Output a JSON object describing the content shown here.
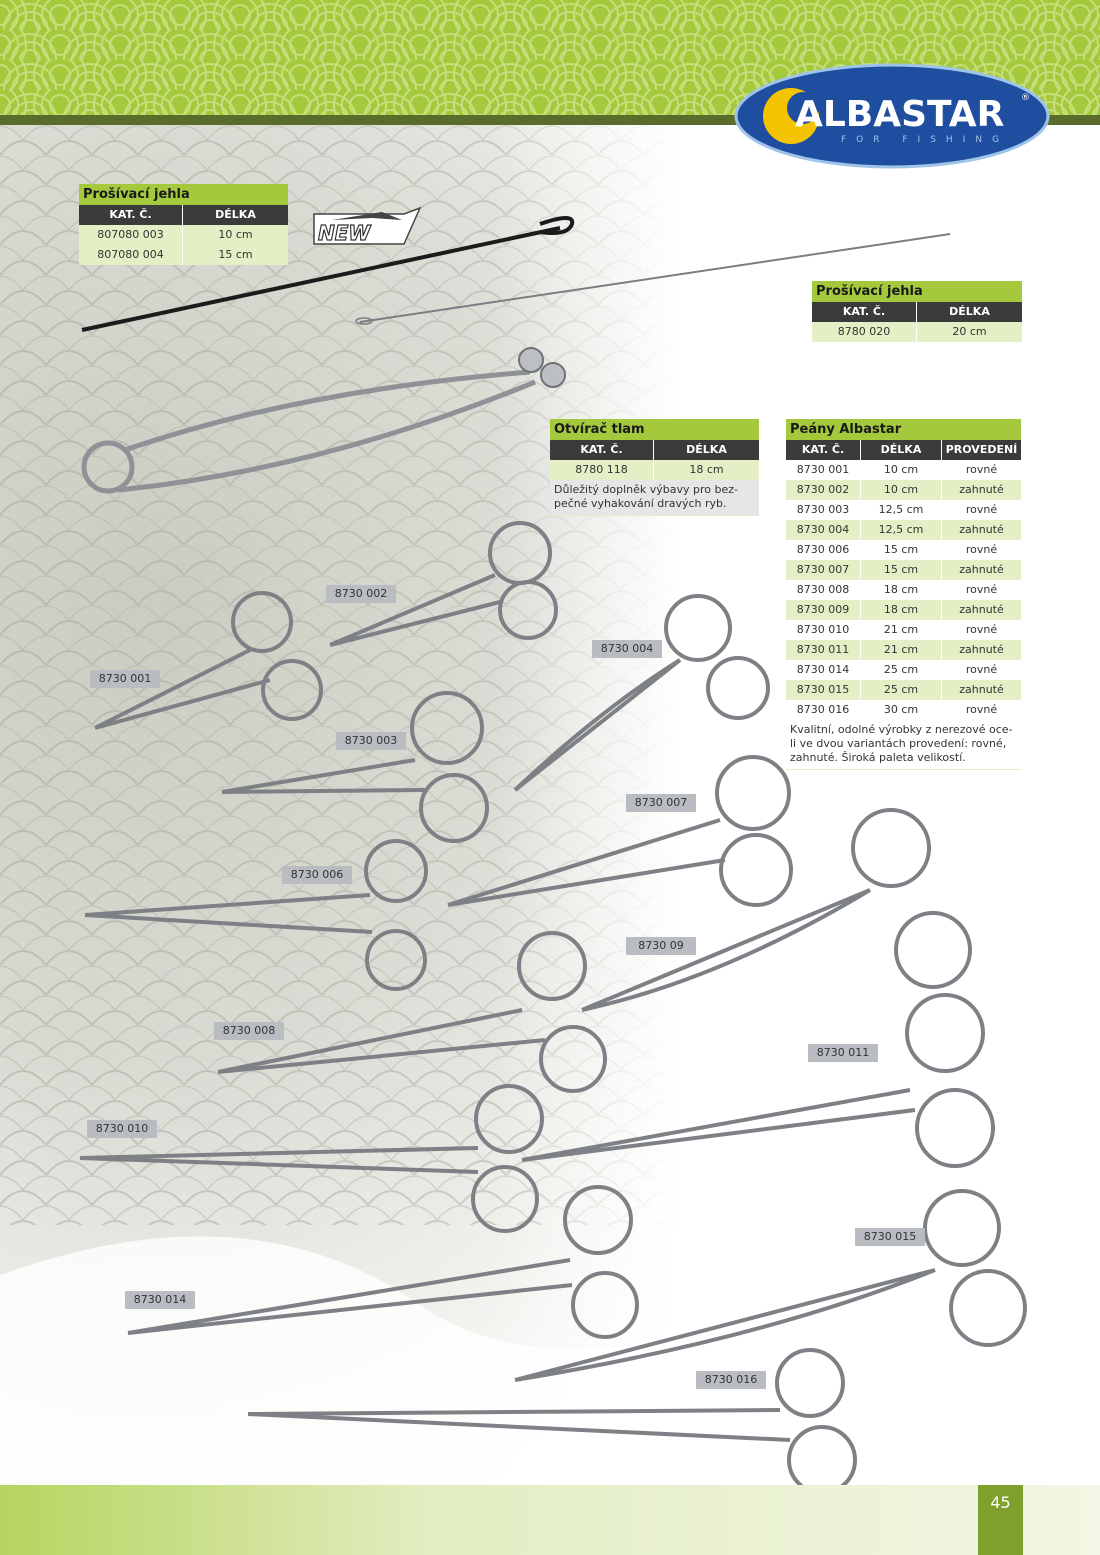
{
  "brand": {
    "name": "ALBASTAR",
    "tagline": "FOR FISHING",
    "registered": "®"
  },
  "page_number": "45",
  "new_badge": "NEW",
  "colors": {
    "accent_green": "#a4c93c",
    "dark_green": "#5b6b2b",
    "header_dark": "#3b3b3b",
    "row_alt": "#e4efc5",
    "label_grey": "#b9bdc2",
    "logo_blue": "#1f4ea0",
    "logo_yellow": "#f4c400"
  },
  "tables": {
    "needle1": {
      "title": "Prošívací jehla",
      "headers": [
        "KAT. Č.",
        "DÉLKA"
      ],
      "rows": [
        [
          "807080 003",
          "10 cm"
        ],
        [
          "807080 004",
          "15 cm"
        ]
      ]
    },
    "needle2": {
      "title": "Prošívací jehla",
      "headers": [
        "KAT. Č.",
        "DÉLKA"
      ],
      "rows": [
        [
          "8780 020",
          "20 cm"
        ]
      ]
    },
    "opener": {
      "title": "Otvírač tlam",
      "headers": [
        "KAT. Č.",
        "DÉLKA"
      ],
      "rows": [
        [
          "8780 118",
          "18 cm"
        ]
      ],
      "note": "Důležitý doplněk výbavy pro bez-pečné vyhakování dravých ryb."
    },
    "forceps": {
      "title": "Peány Albastar",
      "headers": [
        "KAT. Č.",
        "DÉLKA",
        "PROVEDENÍ"
      ],
      "rows": [
        [
          "8730 001",
          "10 cm",
          "rovné"
        ],
        [
          "8730 002",
          "10 cm",
          "zahnuté"
        ],
        [
          "8730 003",
          "12,5 cm",
          "rovné"
        ],
        [
          "8730 004",
          "12,5 cm",
          "zahnuté"
        ],
        [
          "8730 006",
          "15 cm",
          "rovné"
        ],
        [
          "8730 007",
          "15 cm",
          "zahnuté"
        ],
        [
          "8730 008",
          "18 cm",
          "rovné"
        ],
        [
          "8730 009",
          "18 cm",
          "zahnuté"
        ],
        [
          "8730 010",
          "21 cm",
          "rovné"
        ],
        [
          "8730 011",
          "21 cm",
          "zahnuté"
        ],
        [
          "8730 014",
          "25 cm",
          "rovné"
        ],
        [
          "8730 015",
          "25 cm",
          "zahnuté"
        ],
        [
          "8730 016",
          "30 cm",
          "rovné"
        ]
      ],
      "note": "Kvalitní, odolné výrobky z nerezové oce-li ve dvou variantách provedení: rovné, zahnuté. Široká paleta velikostí."
    }
  },
  "product_labels": {
    "l001": "8730 001",
    "l002": "8730 002",
    "l003": "8730 003",
    "l004": "8730 004",
    "l006": "8730 006",
    "l007": "8730 007",
    "l008": "8730 008",
    "l009": "8730 09",
    "l010": "8730 010",
    "l011": "8730 011",
    "l014": "8730 014",
    "l015": "8730 015",
    "l016": "8730 016"
  }
}
